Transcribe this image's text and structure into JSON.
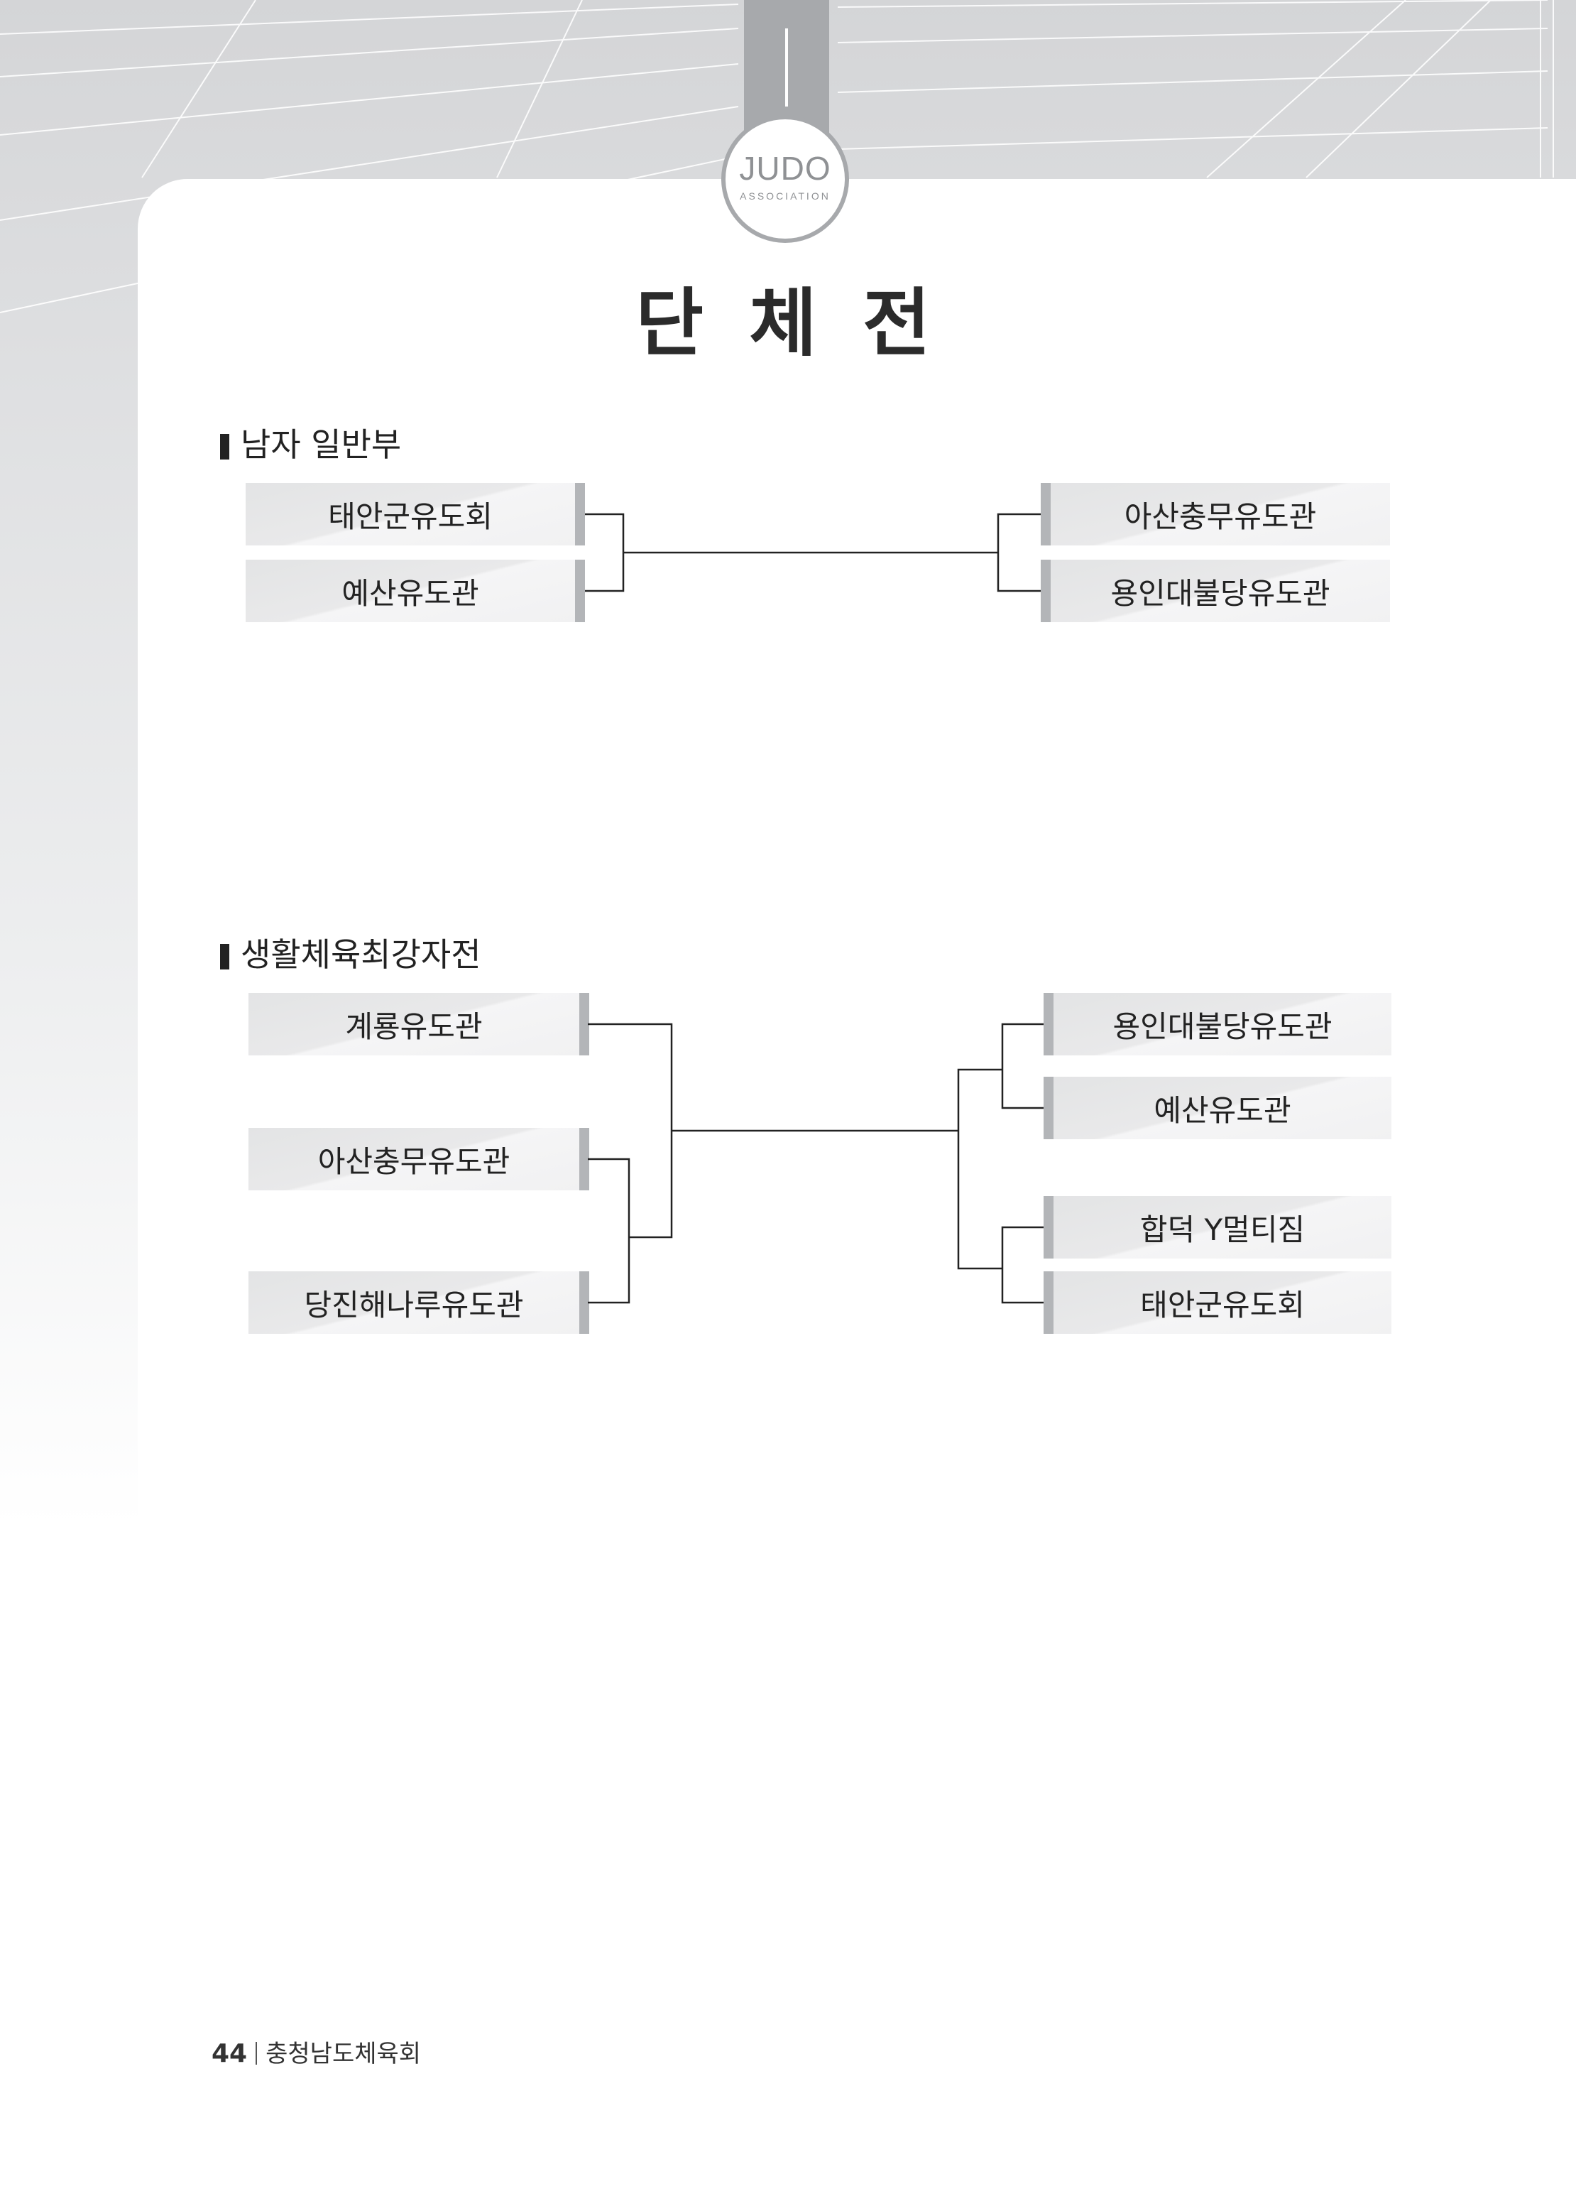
{
  "logo": {
    "main": "JUDO",
    "sub": "ASSOCIATION"
  },
  "page_title": "단 체 전",
  "sections": [
    {
      "title": "남자 일반부",
      "left": [
        "태안군유도회",
        "예산유도관"
      ],
      "right": [
        "아산충무유도관",
        "용인대불당유도관"
      ]
    },
    {
      "title": "생활체육최강자전",
      "left": [
        "계룡유도관",
        "아산충무유도관",
        "당진해나루유도관"
      ],
      "right": [
        "용인대불당유도관",
        "예산유도관",
        "합덕 Y멀티짐",
        "태안군유도회"
      ]
    }
  ],
  "footer": {
    "page_number": "44",
    "publisher": "충청남도체육회"
  },
  "colors": {
    "tab": "#a7a9ac",
    "box_edge": "#b3b5b8",
    "text": "#222222"
  }
}
